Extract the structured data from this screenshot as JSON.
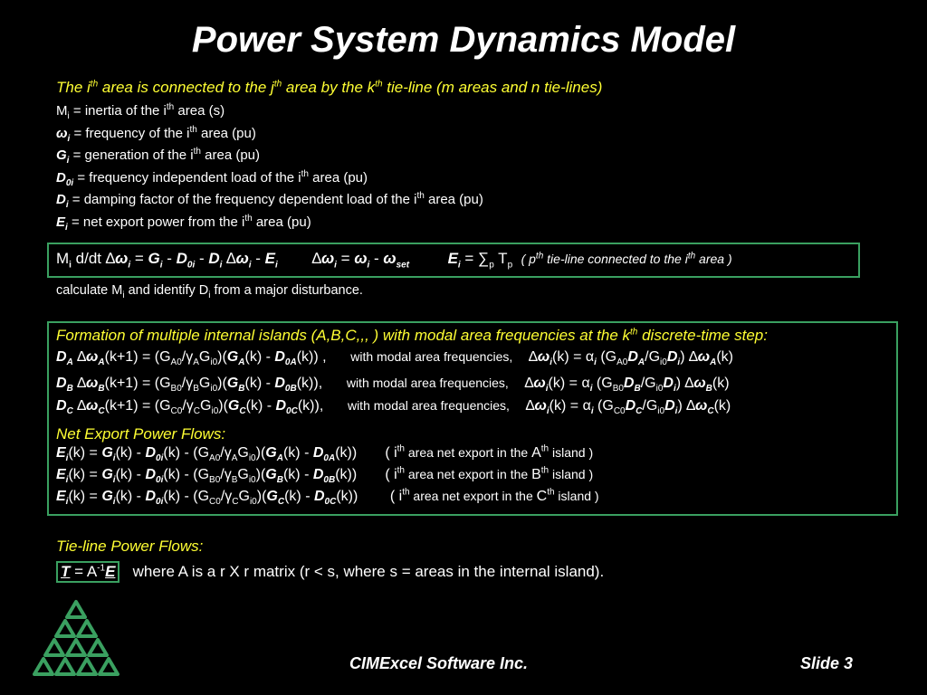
{
  "slide": {
    "title": "Power System Dynamics Model",
    "intro": {
      "p1": "The i",
      "sup1": "th",
      "p2": " area is connected to the j",
      "sup2": "th",
      "p3": " area by the k",
      "sup3": "th",
      "p4": " tie-line  (m areas and n tie-lines)"
    },
    "definitions": [
      {
        "sym": "M",
        "sub": "i",
        "text": " = inertia of the i",
        "sup": "th",
        "tail": " area (s)"
      },
      {
        "sym": "ω",
        "sub": "i",
        "text": " = frequency of the i",
        "sup": "th",
        "tail": " area (pu)"
      },
      {
        "sym": "G",
        "sub": "i",
        "text": " = generation of the i",
        "sup": "th",
        "tail": " area (pu)"
      },
      {
        "sym": "D",
        "sub": "0i",
        "text": " = frequency independent load of the i",
        "sup": "th",
        "tail": " area (pu)"
      },
      {
        "sym": "D",
        "sub": "i",
        "text": " = damping factor of the frequency dependent load of the i",
        "sup": "th",
        "tail": " area (pu)"
      },
      {
        "sym": "E",
        "sub": "i",
        "text": " = net export power from the i",
        "sup": "th",
        "tail": " area (pu)"
      }
    ],
    "equation": {
      "lhs": "M",
      "lhs_sub": "i",
      "ddt": " d/dt ",
      "delta": "∆",
      "omega": "ω",
      "i": "i",
      "eq": " = ",
      "G": "G",
      "minus": " - ",
      "D": "D",
      "zero_i": "0i",
      "E": "E",
      "omega_set_sub": "set",
      "sum_text": " = ∑",
      "p_sub": "p",
      "T": " T",
      "note_pre": "( p",
      "note_sup1": "th",
      "note_mid": " tie-line connected to the i",
      "note_sup2": "th",
      "note_post": " area )"
    },
    "calculate": {
      "p1": "calculate  M",
      "sub1": "i",
      "p2": "  and identify  D",
      "sub2": "i",
      "p3": "  from a major disturbance."
    },
    "islands": {
      "header_pre": "Formation of multiple internal islands (A,B,C,,, ) with modal area frequencies at the k",
      "header_sup": "th",
      "header_post": " discrete-time step:",
      "rows": [
        {
          "L": "A",
          "l": "A"
        },
        {
          "L": "B",
          "l": "B"
        },
        {
          "L": "C",
          "l": "C"
        }
      ],
      "k1": "(k+1) = (G",
      "zero": "0",
      "slash_gamma": "/γ",
      "G": "G",
      "i0": "i0",
      "close_open": ")(",
      "k_minus": "(k) - ",
      "D": "D",
      "k_close": "(k))",
      "mode_text": "with modal area frequencies,",
      "omega_i_k": "(k) = α",
      "i": "i",
      "k": "(k)"
    },
    "net_export": {
      "header": "Net Export Power Flows:",
      "rows": [
        {
          "L": "A",
          "cap": "A"
        },
        {
          "L": "B",
          "cap": "B"
        },
        {
          "L": "C",
          "cap": "C"
        }
      ],
      "E": "E",
      "i": "i",
      "k_eq": "(k) = ",
      "G": "G",
      "k_minus": "(k) - ",
      "D0i": "D",
      "zero_i": "0i",
      "minus_open": "(k) - (G",
      "zero": "0",
      "slash_gamma": "/γ",
      "i0": "i0",
      "close_open": ")(",
      "D": "D",
      "k_close": "(k))",
      "note_pre": "( i",
      "note_sup": "th",
      "note_mid": " area net export in the ",
      "note_sup2": "th",
      "note_post": " island )"
    },
    "tie_line": {
      "header": "Tie-line Power Flows:",
      "T": "T",
      "eq": " = A",
      "sup": "-1",
      "E": "E",
      "text": "where A is a r X r matrix  (r < s, where s = areas in the internal island)."
    },
    "footer": {
      "company": "CIMExcel Software Inc.",
      "slide": "Slide 3"
    },
    "colors": {
      "background": "#000000",
      "text": "#ffffff",
      "accent_yellow": "#ffff33",
      "box_green": "#3aa060"
    }
  }
}
